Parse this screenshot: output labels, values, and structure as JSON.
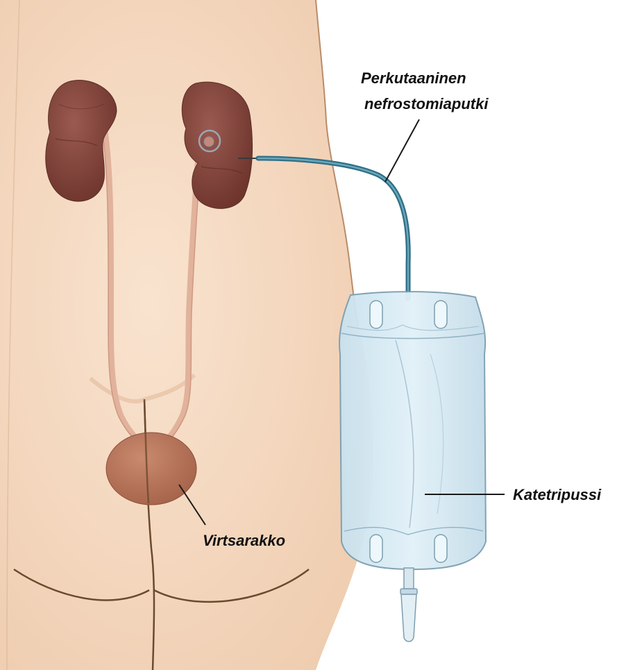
{
  "labels": {
    "nephrostomy_line1": "Perkutaaninen",
    "nephrostomy_line2": "nefrostomiaputki",
    "catheter_bag": "Katetripussi",
    "bladder": "Virtsarakko"
  },
  "colors": {
    "skin": "#f6dcc4",
    "skin_shadow": "#e7c3a3",
    "outline": "#6b4a2e",
    "kidney": "#8a4a40",
    "kidney_dark": "#6e352d",
    "ureter": "#e1b29c",
    "bladder": "#b9755b",
    "tube": "#3f7f96",
    "bag": "#d6ebf5",
    "bag_outline": "#7c9fb0",
    "text": "#111111"
  }
}
